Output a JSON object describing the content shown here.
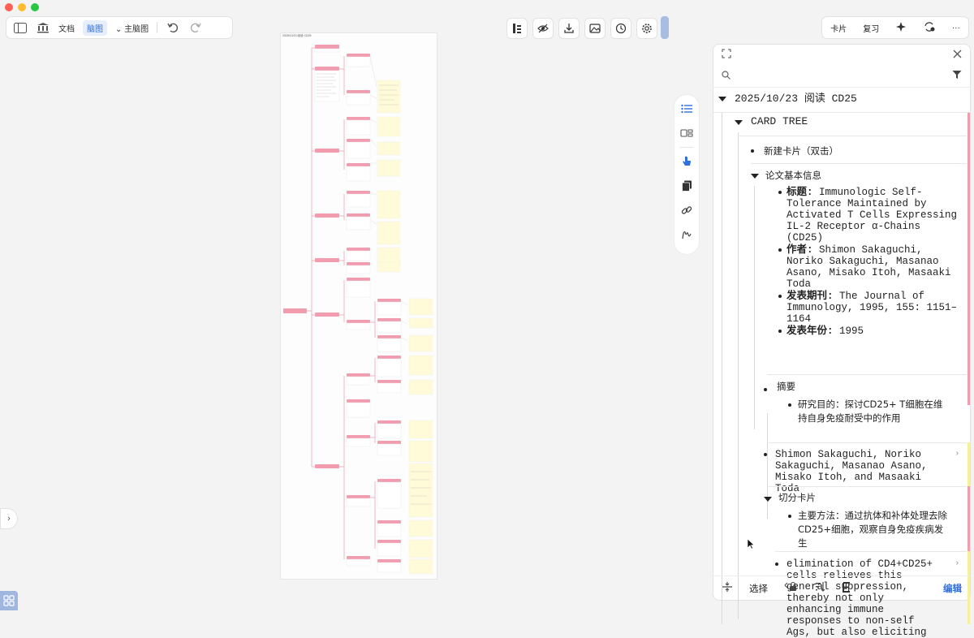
{
  "toolbar": {
    "doc_label": "文档",
    "mindmap_label": "脑图",
    "main_map_label": "主脑图"
  },
  "right_toolbar": {
    "cards_label": "卡片",
    "review_label": "复习",
    "more_label": "···"
  },
  "mindmap": {
    "title": "2025/10/23 阅读 CD25"
  },
  "panel": {
    "root_title": "2025/10/23 阅读 CD25",
    "card_tree_label": "CARD TREE",
    "new_card_label": "新建卡片（双击）",
    "paper_info_label": "论文基本信息",
    "info": [
      {
        "key": "标题",
        "value": "Immunologic Self-Tolerance Maintained by Activated T Cells Expressing IL-2 Receptor α-Chains (CD25)"
      },
      {
        "key": "作者",
        "value": "Shimon Sakaguchi, Noriko Sakaguchi, Masanao Asano, Misako Itoh, Masaaki Toda"
      },
      {
        "key": "发表期刊",
        "value": "The Journal of Immunology, 1995, 155: 1151–1164"
      },
      {
        "key": "发表年份",
        "value": "1995"
      }
    ],
    "abstract_label": "摘要",
    "abstract_text": "研究目的：探讨CD25+ T细胞在维持自身免疫耐受中的作用",
    "authors_card": "Shimon Sakaguchi, Noriko Sakaguchi, Masanao Asano, Misako Itoh, and Masaaki Toda",
    "split_label": "切分卡片",
    "split_text": "主要方法：通过抗体和补体处理去除CD25+细胞，观察自身免疫疾病发生",
    "elim_card": "elimination of CD4+CD25+ cells relieves this general suppression, thereby not only enhancing immune responses to non-self Ags, but also eliciting"
  },
  "footer": {
    "select_label": "选择",
    "edit_label": "编辑"
  },
  "colors": {
    "accent": "#2f6fde",
    "pink": "#f29cb0",
    "yellow": "#f7f09a"
  }
}
